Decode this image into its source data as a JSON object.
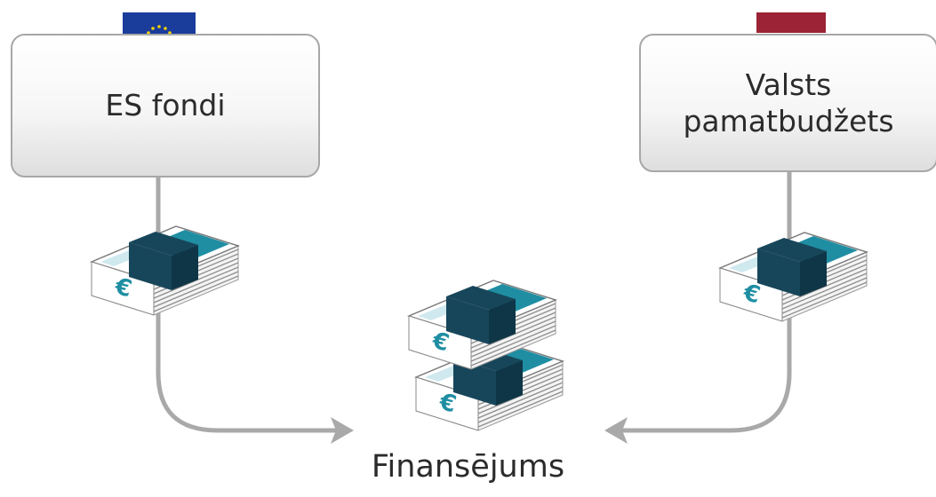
{
  "sources": {
    "eu": {
      "label": "ES fondi",
      "flag": "eu-flag",
      "flag_color": "#1a3c9b",
      "star_color": "#f7d200"
    },
    "lv": {
      "label_line1": "Valsts",
      "label_line2": "pamatbudžets",
      "flag": "latvia-flag",
      "flag_color": "#9b2335"
    }
  },
  "result": {
    "label": "Finansējums"
  },
  "icons": [
    "euro-money-stack-icon",
    "euro-money-stack-icon",
    "euro-money-double-stack-icon",
    "arrow-right-icon",
    "arrow-left-icon"
  ],
  "colors": {
    "connector": "#a9a9a9",
    "banknote_accent": "#1f8ea3",
    "band": "#17465a"
  }
}
